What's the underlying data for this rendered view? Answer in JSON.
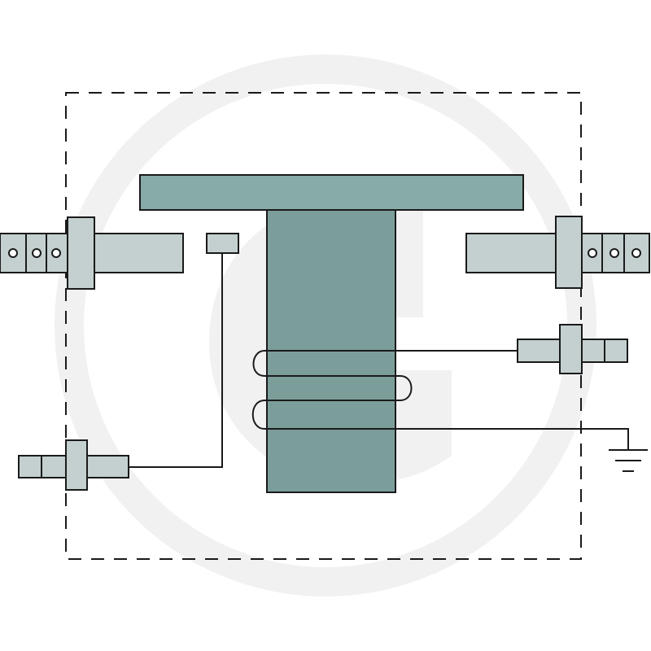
{
  "diagram": {
    "type": "solenoid-relay-schematic",
    "colors": {
      "background": "#ffffff",
      "watermark": "#f1f1f1",
      "plunger": "#87aba8",
      "core": "#7c9e9b",
      "terminal": "#c3d0cf",
      "stroke": "#1a1a1a",
      "housing_dash": "#1a1a1a"
    },
    "components": [
      "housing-outline",
      "contact-plate",
      "solenoid-core",
      "coil-winding",
      "main-terminal-left",
      "main-terminal-right",
      "small-contact",
      "control-terminal-left",
      "control-terminal-right",
      "ground-symbol"
    ]
  }
}
